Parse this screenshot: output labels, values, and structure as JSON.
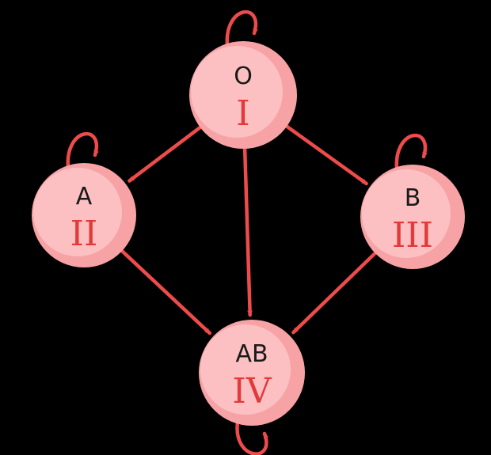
{
  "diagram": {
    "nodes": [
      {
        "id": "O",
        "letter": "O",
        "roman": "I"
      },
      {
        "id": "A",
        "letter": "A",
        "roman": "II"
      },
      {
        "id": "B",
        "letter": "B",
        "roman": "III"
      },
      {
        "id": "AB",
        "letter": "AB",
        "roman": "IV"
      }
    ],
    "edges": [
      {
        "from": "O",
        "to": "A"
      },
      {
        "from": "O",
        "to": "B"
      },
      {
        "from": "O",
        "to": "AB"
      },
      {
        "from": "A",
        "to": "AB"
      },
      {
        "from": "B",
        "to": "AB"
      }
    ],
    "self_loops": [
      "O",
      "A",
      "B",
      "AB"
    ],
    "colors": {
      "background": "#000000",
      "node_fill": "#f7a3a6",
      "node_highlight": "#fcc0c2",
      "arrow": "#ee4b4b",
      "roman_text": "#e23a3a",
      "letter_text": "#1a1a1a"
    }
  }
}
